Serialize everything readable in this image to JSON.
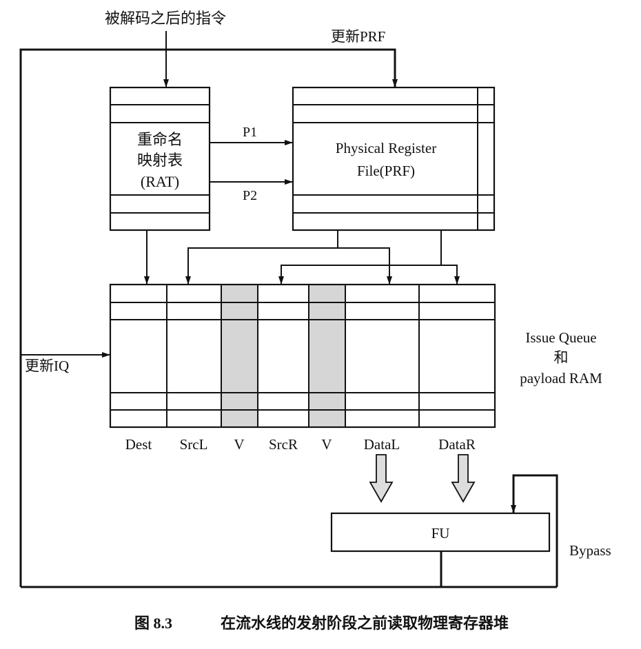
{
  "inputs": {
    "decoded_instructions": "被解码之后的指令",
    "update_prf": "更新PRF",
    "update_iq": "更新IQ"
  },
  "rat": {
    "line1": "重命名",
    "line2": "映射表",
    "line3": "(RAT)"
  },
  "ports": {
    "p1": "P1",
    "p2": "P2"
  },
  "prf": {
    "line1": "Physical Register",
    "line2": "File(PRF)"
  },
  "issue_queue": {
    "line1": "Issue Queue",
    "line2": "和",
    "line3": "payload RAM",
    "columns": [
      "Dest",
      "SrcL",
      "V",
      "SrcR",
      "V",
      "DataL",
      "DataR"
    ]
  },
  "fu": {
    "label": "FU"
  },
  "bypass": {
    "label": "Bypass"
  },
  "caption": {
    "figure": "图 8.3",
    "text": "在流水线的发射阶段之前读取物理寄存器堆"
  }
}
